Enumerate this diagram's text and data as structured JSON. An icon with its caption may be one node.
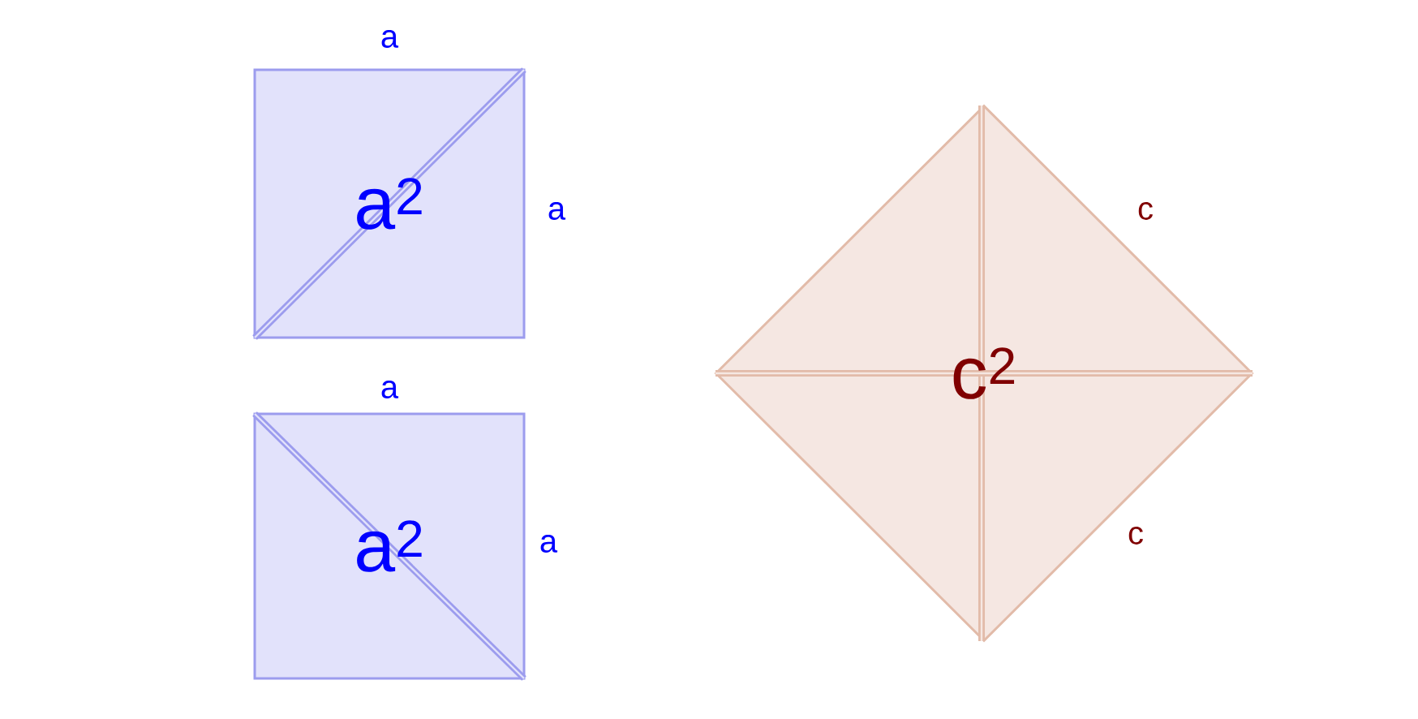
{
  "diagram": {
    "nodes": [
      {
        "text": [
          "a$^{2}$"
        ],
        "beside": [
          "a",
          "a"
        ]
      },
      {
        "text": [
          "a$^{2}$"
        ],
        "beside": [
          "a",
          "a"
        ]
      },
      {
        "text": [
          "c$^{2}$"
        ],
        "beside": [
          "c",
          "c"
        ]
      }
    ]
  }
}
